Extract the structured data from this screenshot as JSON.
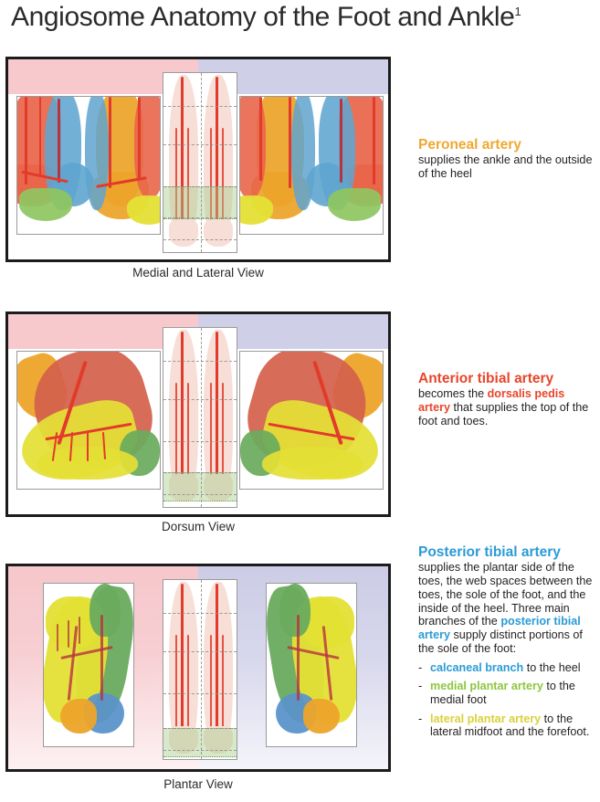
{
  "title": {
    "text": "Angiosome Anatomy of the Foot and Ankle",
    "footnote_marker": "1"
  },
  "captions": {
    "panel1": "Medial and Lateral View",
    "panel2": "Dorsum View",
    "panel3": "Plantar View"
  },
  "colors": {
    "peroneal": "#F0A830",
    "anterior_tibial": "#E8452A",
    "dorsalis_pedis": "#E8452A",
    "posterior_tibial": "#2B9BD6",
    "calcaneal_branch": "#2B9BD6",
    "medial_plantar": "#8CC63F",
    "lateral_plantar": "#D9D13A",
    "band_pink": "#F7C9CD",
    "band_lavender": "#CFCFE8",
    "panel_border": "#1C1C1C",
    "text": "#231F20"
  },
  "sections": [
    {
      "heading": "Peroneal artery",
      "heading_color_key": "peroneal",
      "body_parts": [
        {
          "text": "supplies the ankle and the outside of the heel",
          "bold": false,
          "color": null
        }
      ],
      "branches": []
    },
    {
      "heading": "Anterior tibial artery",
      "heading_color_key": "anterior_tibial",
      "body_parts": [
        {
          "text": "becomes the ",
          "bold": false,
          "color": null
        },
        {
          "text": "dorsalis pedis artery",
          "bold": true,
          "color": "dorsalis_pedis"
        },
        {
          "text": " that supplies the top of the foot and toes.",
          "bold": false,
          "color": null
        }
      ],
      "branches": []
    },
    {
      "heading": "Posterior tibial artery",
      "heading_color_key": "posterior_tibial",
      "body_parts": [
        {
          "text": "supplies the plantar side of the toes, the web spaces between the toes, the sole of the foot, and the inside of the heel. Three main branches of the ",
          "bold": false,
          "color": null
        },
        {
          "text": "posterior tibial artery",
          "bold": true,
          "color": "posterior_tibial"
        },
        {
          "text": " supply distinct portions of the sole of the foot:",
          "bold": false,
          "color": null
        }
      ],
      "branches": [
        {
          "marker": "-",
          "parts": [
            {
              "text": "calcaneal branch",
              "bold": true,
              "color": "calcaneal_branch"
            },
            {
              "text": " to the heel",
              "bold": false,
              "color": null
            }
          ]
        },
        {
          "marker": "-",
          "parts": [
            {
              "text": "medial plantar artery",
              "bold": true,
              "color": "medial_plantar"
            },
            {
              "text": " to the medial foot",
              "bold": false,
              "color": null
            }
          ]
        },
        {
          "marker": "-",
          "parts": [
            {
              "text": "lateral plantar artery",
              "bold": true,
              "color": "lateral_plantar"
            },
            {
              "text": " to the lateral midfoot and the forefoot.",
              "bold": false,
              "color": null
            }
          ]
        }
      ]
    }
  ],
  "illustrations": {
    "panel1": {
      "name": "medial-and-lateral-ankle-angiosomes",
      "left_view": "medial ankle: red anterior tibial territory, blue posterior tibial territory, green calcaneal territory",
      "right_view": "lateral ankle: orange peroneal territory, yellow lateral plantar territory",
      "center": "anterior view of both lower legs with arterial tree, green highlight band over ankle level"
    },
    "panel2": {
      "name": "dorsum-foot-angiosomes",
      "left_view": "dorsum of foot: red dorsalis pedis territory, yellow lateral toes, green medial border, orange peroneal heel",
      "center": "anterior view of both lower legs with arterial tree, green highlight band over foot level"
    },
    "panel3": {
      "name": "plantar-foot-angiosomes",
      "left_view": "plantar foot: yellow lateral plantar territory, green medial plantar territory, blue calcaneal heel, orange lateral heel",
      "center": "anterior view of both lower legs with arterial tree, green highlight band over foot level"
    }
  }
}
